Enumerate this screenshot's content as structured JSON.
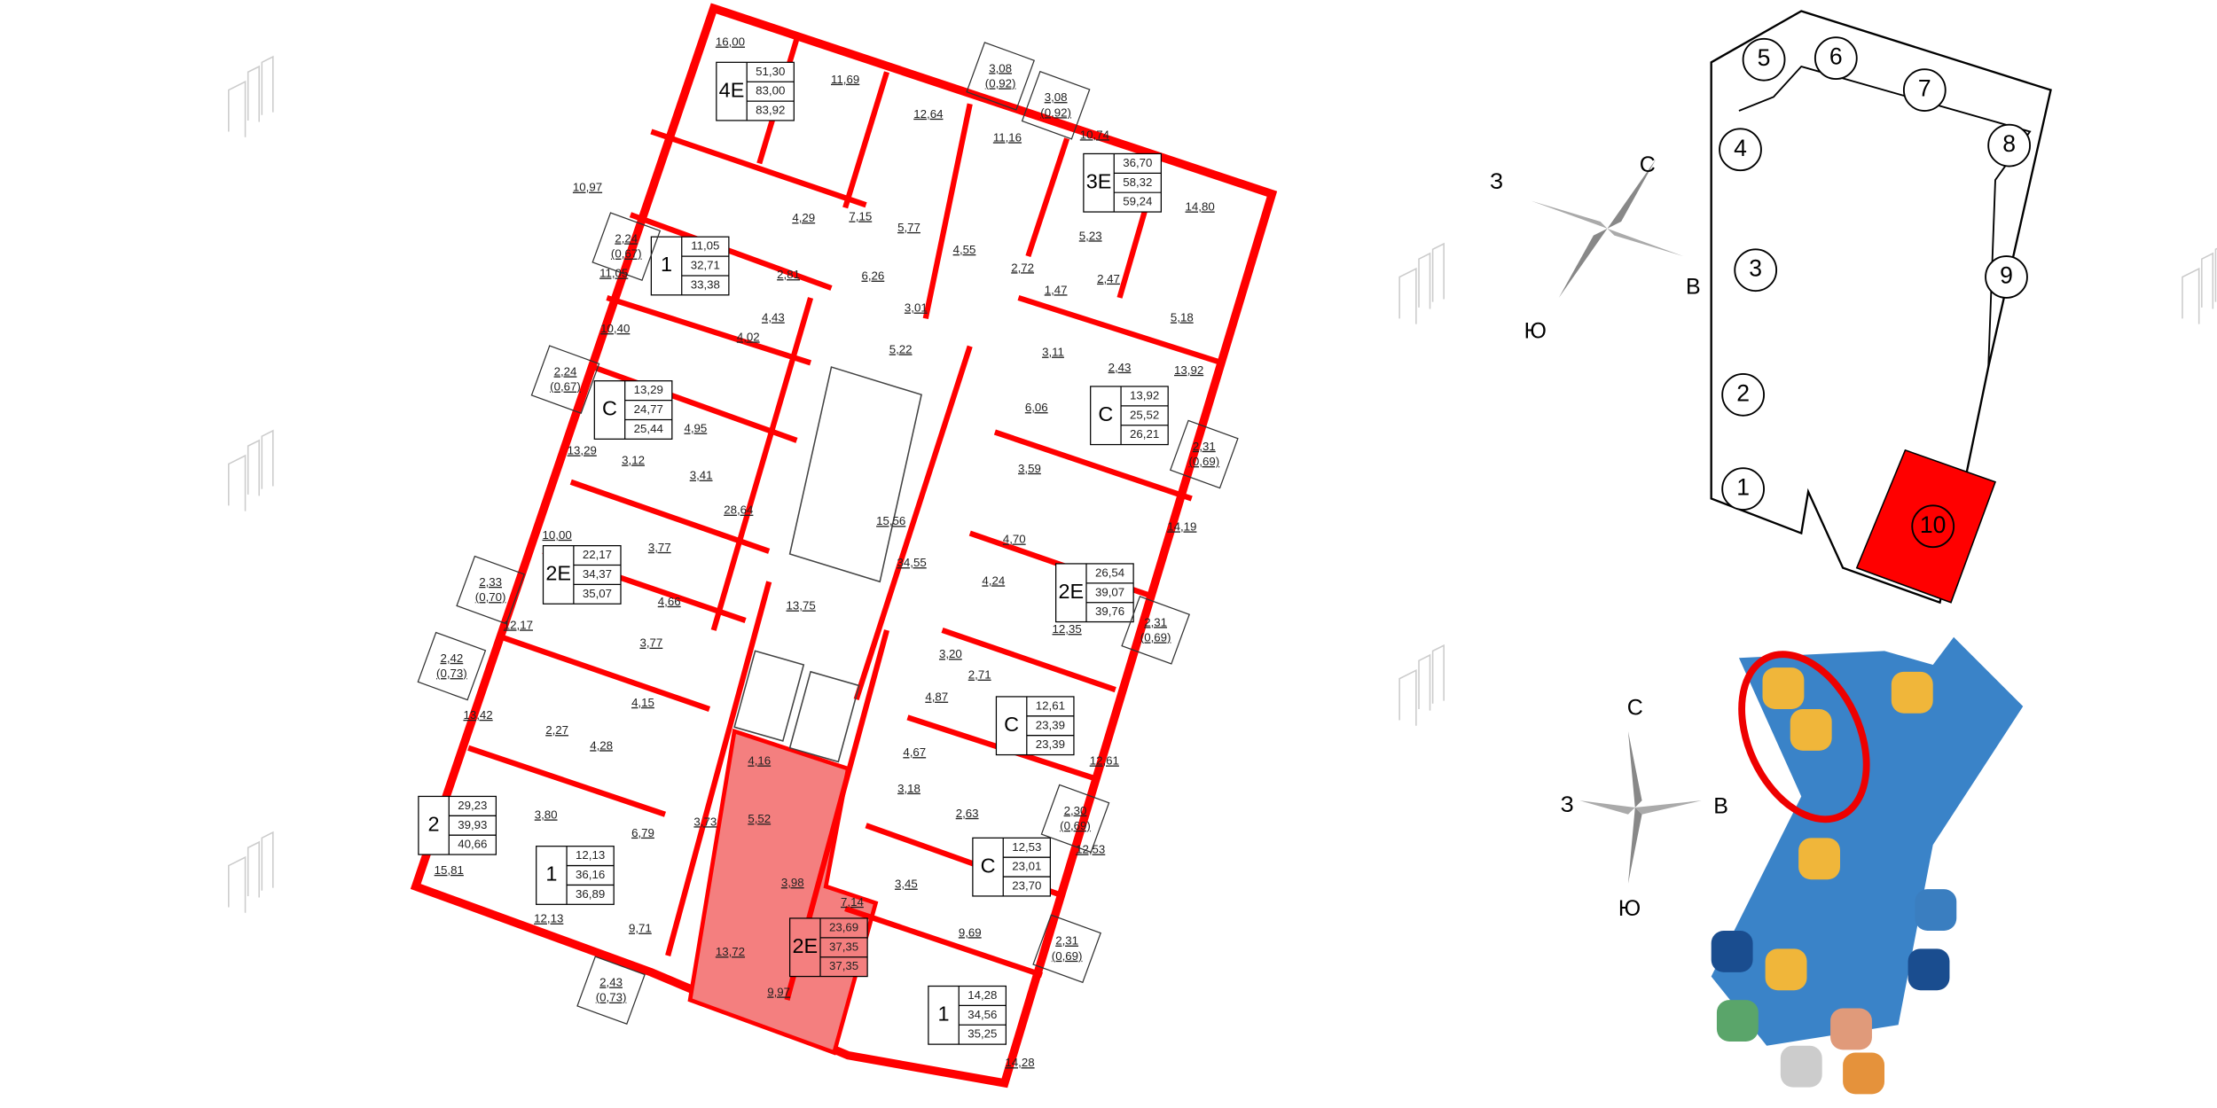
{
  "colors": {
    "wall": "#ff0000",
    "highlight": "#f47f7f",
    "map_blue": "#3a83c8",
    "selected_section": "#ff0000"
  },
  "apartments": [
    {
      "type": "4Е",
      "values": [
        "51,30",
        "83,00",
        "83,92"
      ]
    },
    {
      "type": "1",
      "values": [
        "11,05",
        "32,71",
        "33,38"
      ]
    },
    {
      "type": "С",
      "values": [
        "13,29",
        "24,77",
        "25,44"
      ]
    },
    {
      "type": "2Е",
      "values": [
        "22,17",
        "34,37",
        "35,07"
      ]
    },
    {
      "type": "2",
      "values": [
        "29,23",
        "39,93",
        "40,66"
      ]
    },
    {
      "type": "1",
      "values": [
        "12,13",
        "36,16",
        "36,89"
      ]
    },
    {
      "type": "2Е",
      "values": [
        "23,69",
        "37,35",
        "37,35"
      ],
      "highlighted": true
    },
    {
      "type": "1",
      "values": [
        "14,28",
        "34,56",
        "35,25"
      ]
    },
    {
      "type": "С",
      "values": [
        "12,53",
        "23,01",
        "23,70"
      ]
    },
    {
      "type": "С",
      "values": [
        "12,61",
        "23,39",
        "23,39"
      ]
    },
    {
      "type": "2Е",
      "values": [
        "26,54",
        "39,07",
        "39,76"
      ]
    },
    {
      "type": "С",
      "values": [
        "13,92",
        "25,52",
        "26,21"
      ]
    },
    {
      "type": "3Е",
      "values": [
        "36,70",
        "58,32",
        "59,24"
      ]
    }
  ],
  "rooms": [
    "16,00",
    "11,69",
    "12,64",
    "11,16",
    "10,74",
    "14,80",
    "10,97",
    "4,29",
    "7,15",
    "5,77",
    "4,55",
    "2,72",
    "5,23",
    "1,47",
    "2,47",
    "5,18",
    "11,05",
    "2,81",
    "6,26",
    "3,01",
    "10,40",
    "4,43",
    "4,02",
    "5,22",
    "3,11",
    "2,43",
    "13,92",
    "6,06",
    "4,95",
    "13,29",
    "3,12",
    "3,41",
    "28,64",
    "15,56",
    "3,59",
    "14,19",
    "10,00",
    "3,77",
    "4,70",
    "34,55",
    "13,75",
    "4,66",
    "4,24",
    "12,17",
    "3,77",
    "12,35",
    "3,20",
    "2,71",
    "4,15",
    "4,87",
    "13,42",
    "2,27",
    "4,28",
    "4,16",
    "4,67",
    "12,61",
    "3,18",
    "2,63",
    "3,80",
    "6,79",
    "3,73",
    "5,52",
    "12,53",
    "15,81",
    "3,98",
    "3,45",
    "7,14",
    "12,13",
    "9,71",
    "9,69",
    "13,72",
    "9,97",
    "14,28"
  ],
  "balconies": [
    {
      "area": "3,08",
      "reduced": "(0,92)"
    },
    {
      "area": "3,08",
      "reduced": "(0,92)"
    },
    {
      "area": "2,24",
      "reduced": "(0,67)"
    },
    {
      "area": "2,24",
      "reduced": "(0,67)"
    },
    {
      "area": "2,31",
      "reduced": "(0,69)"
    },
    {
      "area": "2,33",
      "reduced": "(0,70)"
    },
    {
      "area": "2,31",
      "reduced": "(0,69)"
    },
    {
      "area": "2,42",
      "reduced": "(0,73)"
    },
    {
      "area": "2,30",
      "reduced": "(0,69)"
    },
    {
      "area": "2,31",
      "reduced": "(0,69)"
    },
    {
      "area": "2,43",
      "reduced": "(0,73)"
    }
  ],
  "compass_top": {
    "north": "С",
    "west": "З",
    "east": "В",
    "south": "Ю"
  },
  "compass_bottom": {
    "north": "С",
    "west": "З",
    "east": "В",
    "south": "Ю"
  },
  "key_plan": {
    "sections": [
      "1",
      "2",
      "3",
      "4",
      "5",
      "6",
      "7",
      "8",
      "9",
      "10"
    ],
    "selected": "10"
  },
  "site_map": {
    "icons": [
      "residential-icon",
      "residential-icon",
      "residential-icon",
      "residential-icon",
      "residential-icon",
      "school-icon",
      "shop-icon",
      "shop-icon",
      "pharmacy-icon",
      "cafe-icon",
      "kindergarten-icon",
      "post-icon"
    ]
  }
}
